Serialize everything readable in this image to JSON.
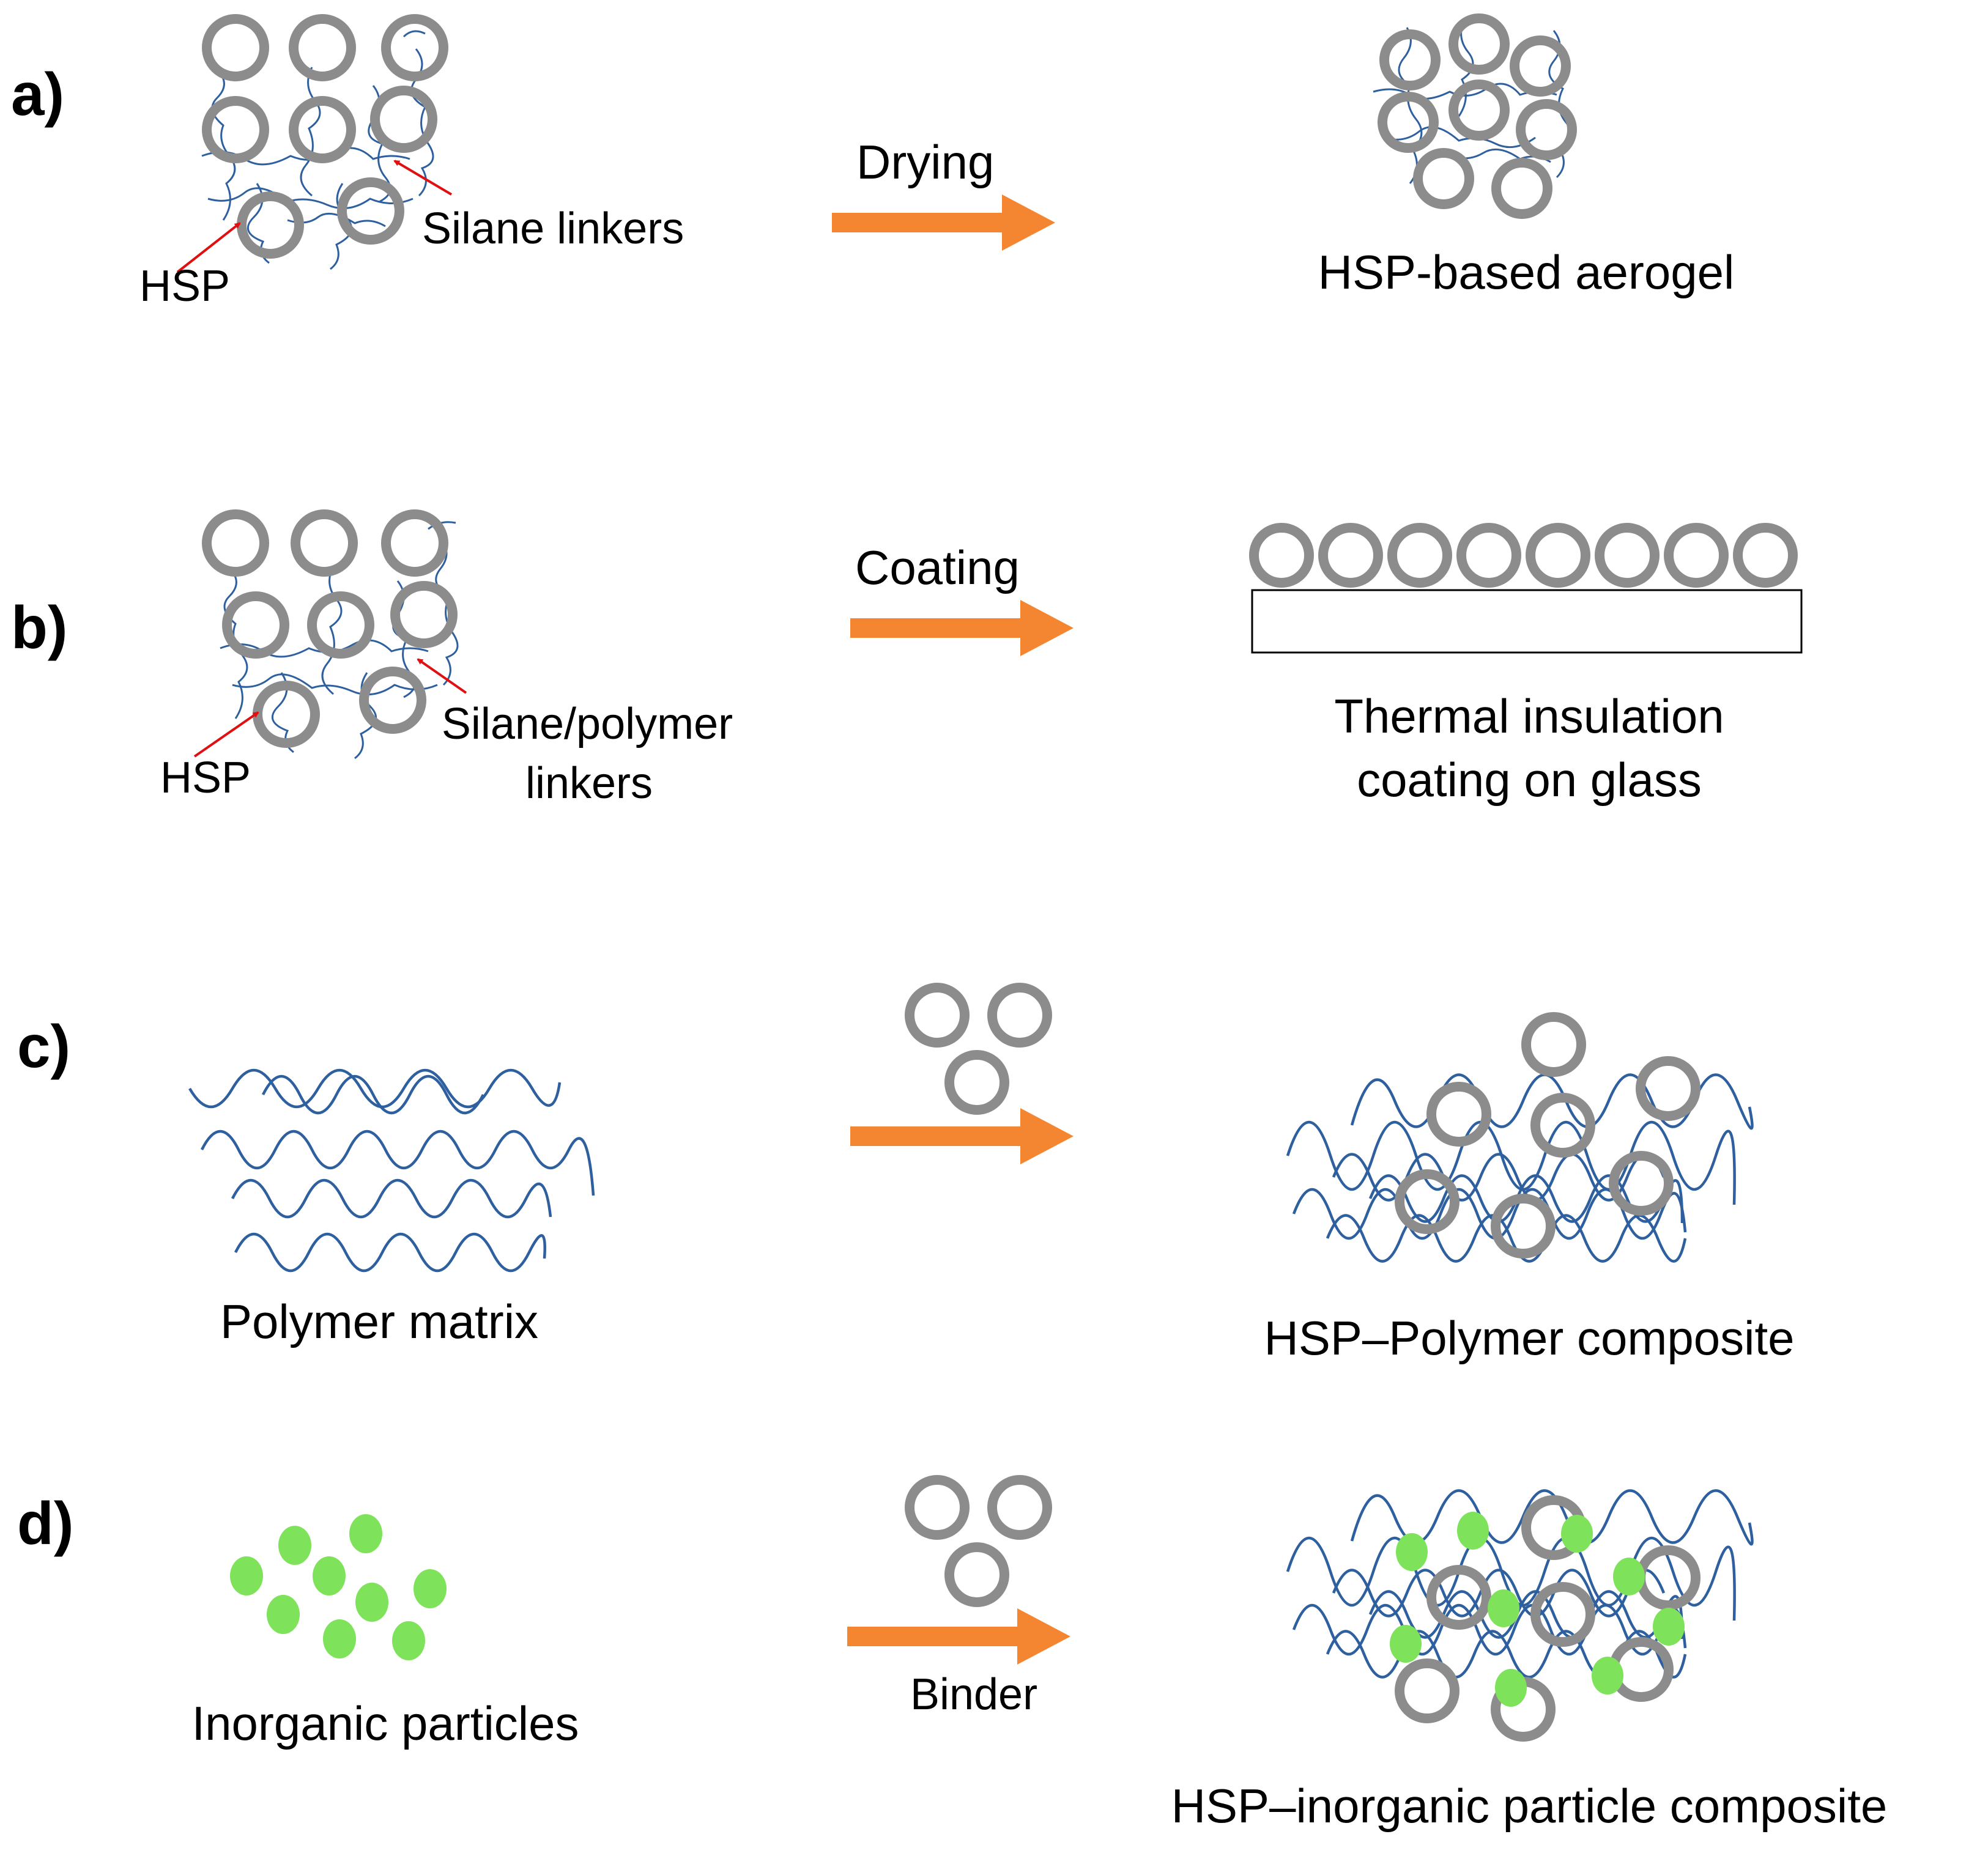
{
  "colors": {
    "hsp_ring": "#8c8c8c",
    "polymer_chain": "#2e5f9e",
    "process_arrow": "#f58631",
    "pointer_arrow": "#e01010",
    "inorganic_particle": "#7ee35a"
  },
  "panels": {
    "a": {
      "label": "a)",
      "hsp_label": "HSP",
      "linker_label": "Silane linkers",
      "arrow_label": "Drying",
      "product_label": "HSP-based aerogel"
    },
    "b": {
      "label": "b)",
      "hsp_label": "HSP",
      "linker_label_line1": "Silane/polymer",
      "linker_label_line2": "linkers",
      "arrow_label": "Coating",
      "product_label_line1": "Thermal insulation",
      "product_label_line2": "coating on glass"
    },
    "c": {
      "label": "c)",
      "input_label": "Polymer matrix",
      "product_label": "HSP–Polymer composite"
    },
    "d": {
      "label": "d)",
      "input_label": "Inorganic particles",
      "arrow_label": "Binder",
      "product_label": "HSP–inorganic particle composite"
    }
  }
}
